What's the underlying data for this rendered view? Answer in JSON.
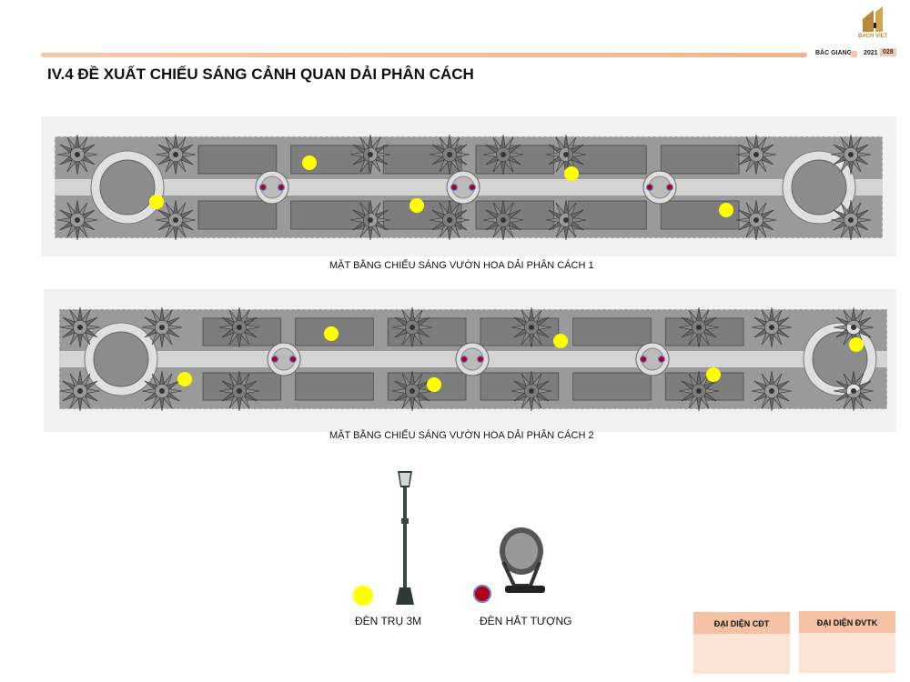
{
  "header": {
    "title": "IV.4 ĐỀ XUẤT CHIẾU SÁNG CẢNH QUAN DẢI PHÂN CÁCH",
    "location": "BẮC GIANG",
    "year": "2021",
    "page_number": "028",
    "logo_text": "BACH VIET"
  },
  "plans": [
    {
      "caption": "MẶT BẰNG CHIẾU SÁNG VƯỜN HOA DẢI PHÂN CÁCH 1"
    },
    {
      "caption": "MẶT BẰNG CHIẾU SÁNG VƯỜN HOA DẢI PHÂN CÁCH 2"
    }
  ],
  "legend": {
    "post_lamp": "ĐÈN TRỤ 3M",
    "spot_lamp": "ĐÈN HẮT TƯỢNG"
  },
  "signatures": {
    "owner": "ĐẠI DIỆN CĐT",
    "designer": "ĐẠI DIỆN ĐVTK"
  },
  "colors": {
    "accent": "#f5c2a3",
    "post_lamp": "#ffff00",
    "spot_lamp": "#b00018"
  }
}
